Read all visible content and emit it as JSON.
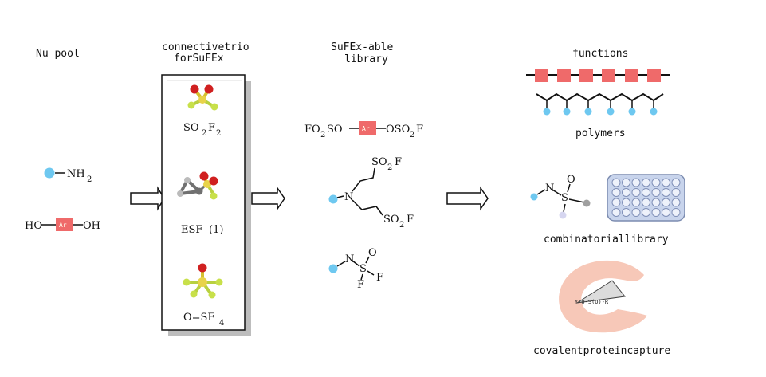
{
  "sections": {
    "nu_pool": "Nu pool",
    "connective_line1": "connectivetrio",
    "connective_line2": "forSuFEx",
    "sufex_line1": "SuFEx-able",
    "sufex_line2": "library",
    "functions": "functions"
  },
  "nu_pool": {
    "amine_label": "NH",
    "amine_sub": "2",
    "diol_left": "HO",
    "diol_right": "OH",
    "ar_label": "Ar"
  },
  "trio": {
    "so2f2_main": "SO",
    "so2f2_sub1": "2",
    "so2f2_f": "F",
    "so2f2_sub2": "2",
    "esf": "ESF",
    "esf_num": "(1)",
    "sof4_main": "O=SF",
    "sof4_sub": "4"
  },
  "library": {
    "fo2so": "FO",
    "fo2so_sub": "2",
    "fo2so_tail": "SO",
    "oso2f_main": "OSO",
    "oso2f_sub": "2",
    "oso2f_f": "F",
    "ar_label": "Ar",
    "n_label": "N",
    "so2f_top": "SO",
    "so2f_top_sub": "2",
    "so2f_top_f": "F",
    "so2f_bot": "SO",
    "so2f_bot_sub": "2",
    "so2f_bot_f": "F",
    "sulfamoyl_n": "N",
    "sulfamoyl_s": "S",
    "sulfamoyl_o": "O",
    "sulfamoyl_f1": "F",
    "sulfamoyl_f2": "F"
  },
  "functions": {
    "polymers": "polymers",
    "combinatorial": "combinatoriallibrary",
    "protein": "covalentproteincapture",
    "sulfamide_n": "N",
    "sulfamide_s": "S",
    "sulfamide_o": "O",
    "protein_linker": "Y-O-S(O)-R"
  },
  "colors": {
    "nucleophile_dot": "#6ec8f0",
    "ar_box": "#ef6a6a",
    "polymer_box": "#ef6a6a",
    "sulfur": "#e8d34a",
    "oxygen": "#d02020",
    "fluorine": "#c8e04a",
    "carbon": "#707070",
    "protein": "#f7c8b8",
    "plate": "#c8d4ec",
    "shadow": "#bdbdbd"
  }
}
